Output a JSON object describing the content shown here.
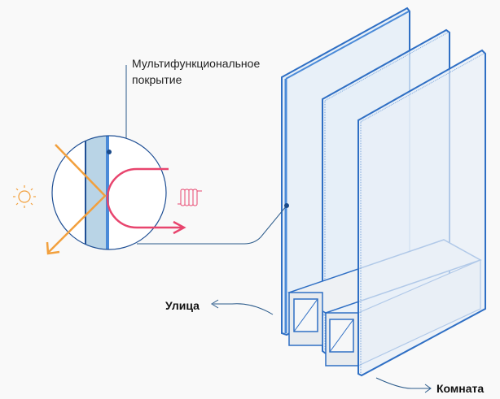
{
  "labels": {
    "coating_line1": "Мультифункциональное",
    "coating_line2": "покрытие",
    "outside": "Улица",
    "room": "Комната"
  },
  "colors": {
    "glass_stroke": "#2f6fc4",
    "glass_fill": "#dfeaf5",
    "sun": "#f2a03d",
    "heat": "#e8456e",
    "leader": "#2a5a8a"
  }
}
